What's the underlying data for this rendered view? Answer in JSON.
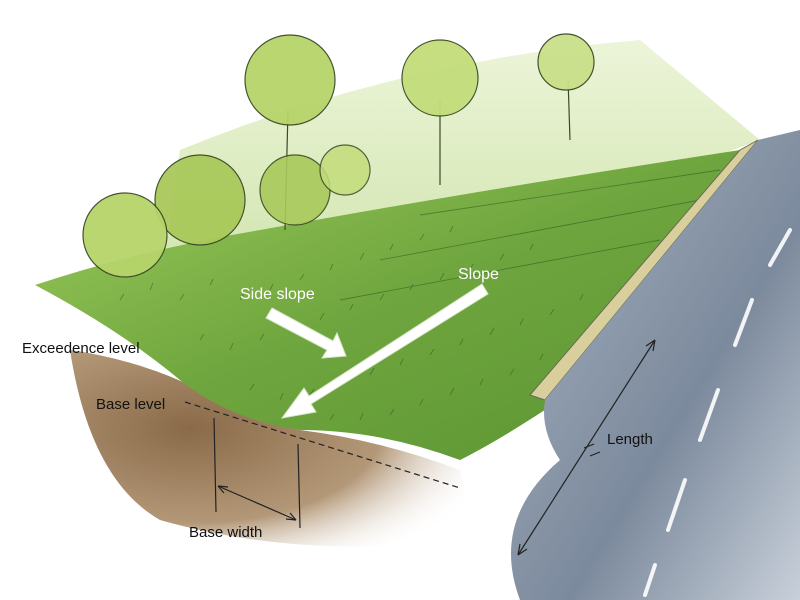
{
  "diagram": {
    "labels": {
      "side_slope": "Side slope",
      "slope": "Slope",
      "exceedence_level": "Exceedence level",
      "base_level": "Base level",
      "base_width": "Base width",
      "length": "Length"
    },
    "colors": {
      "grass": "#7fb34a",
      "grass_dark": "#4f8a2e",
      "soil": "#a98c6a",
      "road": "#8c9aab",
      "tree_foliage": "#b6d46a",
      "arrow": "#ffffff"
    }
  }
}
